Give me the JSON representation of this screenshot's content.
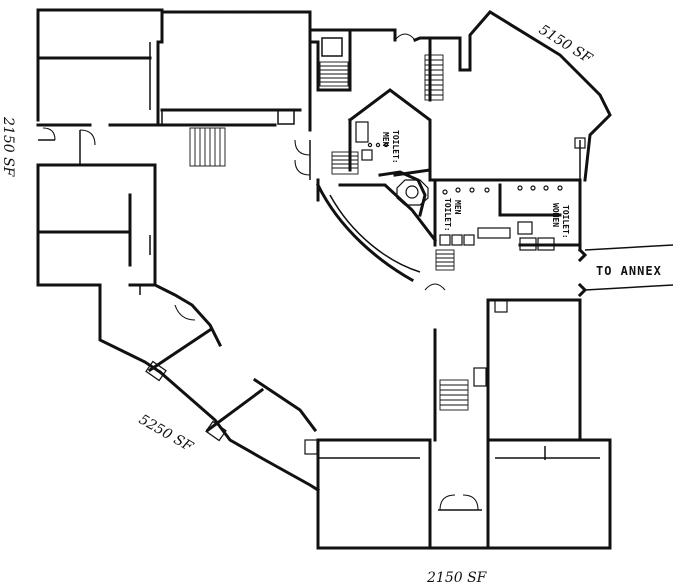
{
  "plan": {
    "areas": {
      "west": "2150 SF",
      "northeast": "5150 SF",
      "southwest": "5250 SF",
      "south": "2150 SF"
    },
    "toilets": {
      "men_north_line1": "TOILET:",
      "men_north_line2": "MEN",
      "men_east_line1": "TOILET:",
      "men_east_line2": "MEN",
      "women_line1": "TOILET:",
      "women_line2": "WOMEN"
    },
    "annex": "TO ANNEX"
  }
}
